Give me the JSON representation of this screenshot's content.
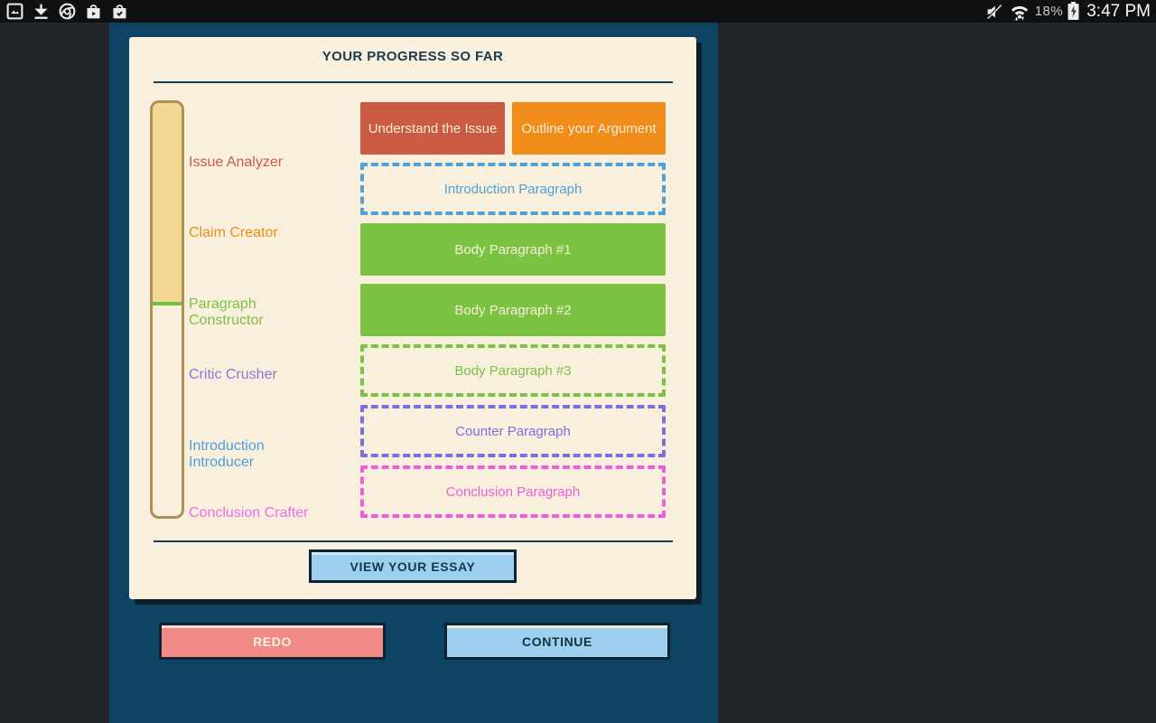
{
  "status_bar": {
    "left_icons": [
      "screenshot-icon",
      "download-icon",
      "chrome-icon",
      "play-store-icon",
      "bag-check-icon"
    ],
    "sound_state": "muted",
    "wifi_state": "connected",
    "battery_percent": "18%",
    "battery_state": "charging",
    "time": "3:47 PM"
  },
  "panel": {
    "title": "YOUR PROGRESS SO FAR",
    "progress_tube": {
      "fill_color": "#f4d694",
      "fill_level_stage": "Paragraph Constructor",
      "marker_color": "#6fc043"
    },
    "stages": [
      {
        "label": "Issue Analyzer",
        "color": "#cd5b45"
      },
      {
        "label": "Claim Creator",
        "color": "#ef8c1a"
      },
      {
        "label": "Paragraph Constructor",
        "color": "#7cc242"
      },
      {
        "label": "Critic Crusher",
        "color": "#8a75e0"
      },
      {
        "label": "Introduction Introducer",
        "color": "#4f9fd9"
      },
      {
        "label": "Conclusion Crafter",
        "color": "#f06ee8"
      }
    ],
    "blocks": [
      {
        "label": "Understand the Issue",
        "status": "complete",
        "style": "solid",
        "color": "#cb5a42"
      },
      {
        "label": "Outline your Argument",
        "status": "complete",
        "style": "solid",
        "color": "#f08c1a"
      },
      {
        "label": "Introduction Paragraph",
        "status": "pending",
        "style": "dashed",
        "color": "#4f9fd9"
      },
      {
        "label": "Body Paragraph #1",
        "status": "complete",
        "style": "solid",
        "color": "#7cc242"
      },
      {
        "label": "Body Paragraph #2",
        "status": "complete",
        "style": "solid",
        "color": "#7cc242"
      },
      {
        "label": "Body Paragraph #3",
        "status": "pending",
        "style": "dashed",
        "color": "#7cc242"
      },
      {
        "label": "Counter Paragraph",
        "status": "pending",
        "style": "dashed",
        "color": "#7b6fdf"
      },
      {
        "label": "Conclusion Paragraph",
        "status": "pending",
        "style": "dashed",
        "color": "#ef5cdc"
      }
    ],
    "view_essay_label": "VIEW YOUR ESSAY"
  },
  "footer": {
    "redo_label": "REDO",
    "continue_label": "CONTINUE"
  },
  "colors": {
    "outer_background": "#212529",
    "band_background": "#0d4464",
    "panel_background": "#f8f0dd",
    "panel_shadow": "#0c1f2b",
    "title_text": "#1c3a50",
    "button_border": "#0d2333",
    "light_blue_button": "#9cd0ee",
    "salmon_button": "#f18b87"
  }
}
